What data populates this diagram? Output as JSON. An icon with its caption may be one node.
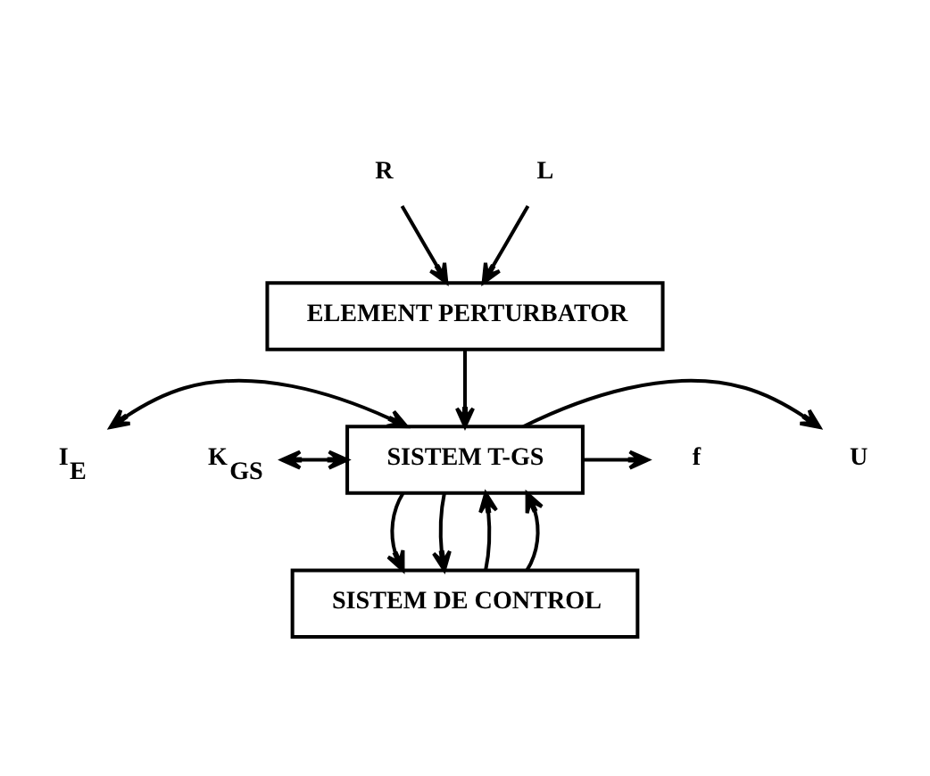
{
  "diagram": {
    "nodes": [
      {
        "text": [
          "R"
        ]
      },
      {
        "text": [
          "L"
        ]
      },
      {
        "text": [
          "ELEMENT PERTURBATOR"
        ]
      },
      {
        "text": [
          "I$_{E}$"
        ]
      },
      {
        "text": [
          "K$_{GS}$"
        ]
      },
      {
        "text": [
          "SISTEM T-GS"
        ]
      },
      {
        "text": [
          "U"
        ]
      },
      {
        "text": [
          "f"
        ]
      },
      {
        "text": [
          "SISTEM DE CONTROL"
        ]
      }
    ],
    "edges": [
      {
        "from": 0,
        "to": 2,
        "arrow": "to"
      },
      {
        "from": 1,
        "to": 2,
        "arrow": "to"
      },
      {
        "from": 2,
        "to": 5,
        "arrow": "to"
      },
      {
        "from": 3,
        "to": 5,
        "arrow": "both"
      },
      {
        "from": 4,
        "to": 5,
        "arrow": "both"
      },
      {
        "from": 5,
        "to": 6,
        "arrow": "to"
      },
      {
        "from": 5,
        "to": 7,
        "arrow": "to"
      },
      {
        "from": 5,
        "to": 8,
        "arrow": "to"
      },
      {
        "from": 5,
        "to": 8,
        "arrow": "to"
      },
      {
        "from": 8,
        "to": 5,
        "arrow": "to"
      },
      {
        "from": 8,
        "to": 5,
        "arrow": "to"
      }
    ]
  }
}
